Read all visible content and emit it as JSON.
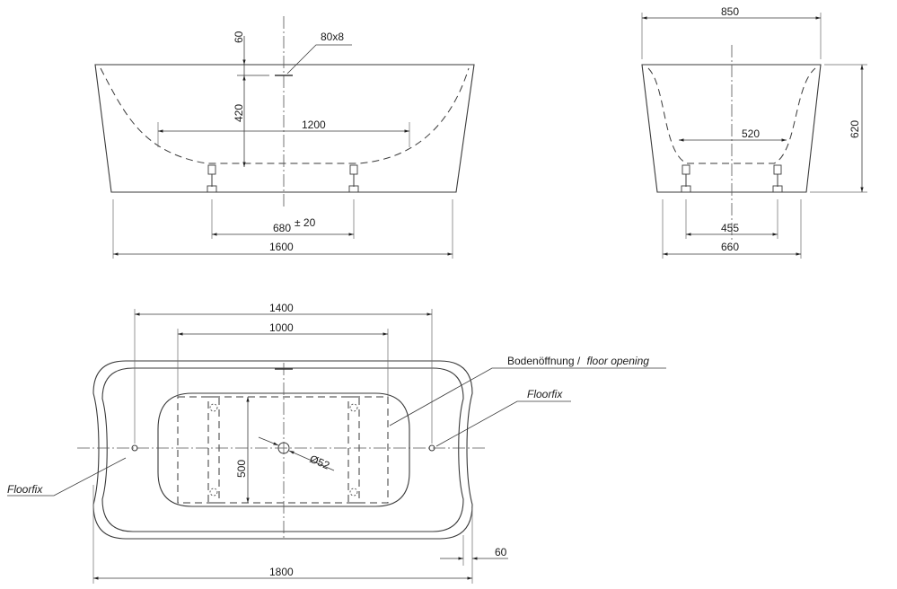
{
  "front_view": {
    "dim_60": "60",
    "dim_80x8": "80x8",
    "dim_420": "420",
    "dim_1200": "1200",
    "dim_680": "680",
    "dim_680_tol": "± 20",
    "dim_1600": "1600"
  },
  "side_view": {
    "dim_850": "850",
    "dim_620": "620",
    "dim_520": "520",
    "dim_455": "455",
    "dim_660": "660"
  },
  "top_view": {
    "dim_1400": "1400",
    "dim_1000": "1000",
    "dim_500": "500",
    "dim_d52": "Ø52",
    "dim_60": "60",
    "dim_1800": "1800",
    "label_floor_opening_de": "Bodenöffnung /",
    "label_floor_opening_en": "floor opening",
    "label_floorfix_right": "Floorfix",
    "label_floorfix_left": "Floorfix"
  }
}
